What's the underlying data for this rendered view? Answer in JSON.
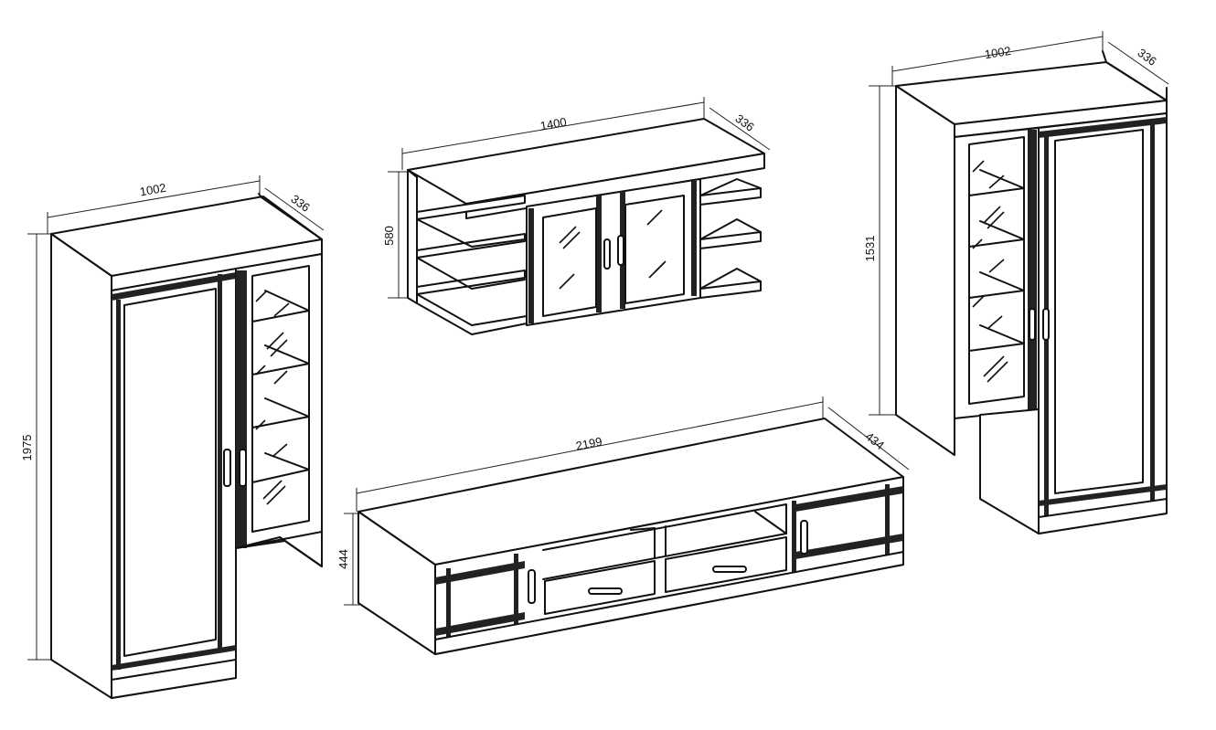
{
  "units": {
    "left_cabinet": {
      "width": "1002",
      "depth": "336",
      "height": "1975"
    },
    "wall_shelf": {
      "width": "1400",
      "depth": "336",
      "height": "580"
    },
    "tv_stand": {
      "width": "2199",
      "depth": "434",
      "height": "444"
    },
    "right_cabinet": {
      "width": "1002",
      "depth": "336",
      "height": "1531"
    }
  },
  "colors": {
    "line": "#111111",
    "background": "#ffffff"
  }
}
